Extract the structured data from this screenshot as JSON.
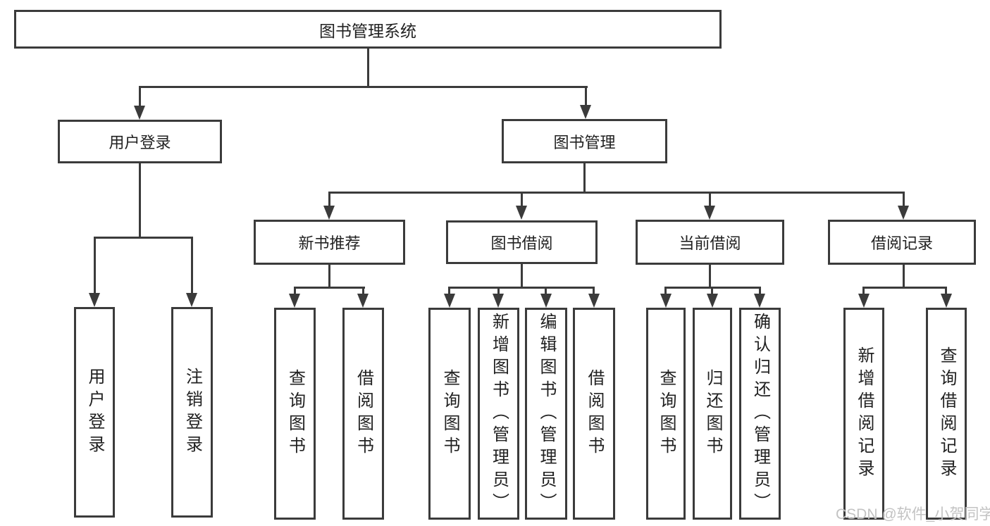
{
  "diagram": {
    "root": {
      "label": "图书管理系统"
    },
    "branches": [
      {
        "label": "用户登录",
        "children": [
          {
            "label": "用户登录"
          },
          {
            "label": "注销登录"
          }
        ]
      },
      {
        "label": "图书管理",
        "children": [
          {
            "label": "新书推荐",
            "children": [
              {
                "label": "查询图书"
              },
              {
                "label": "借阅图书"
              }
            ]
          },
          {
            "label": "图书借阅",
            "children": [
              {
                "label": "查询图书"
              },
              {
                "label": "新增图书（管理员）"
              },
              {
                "label": "编辑图书（管理员）"
              },
              {
                "label": "借阅图书"
              }
            ]
          },
          {
            "label": "当前借阅",
            "children": [
              {
                "label": "查询图书"
              },
              {
                "label": "归还图书"
              },
              {
                "label": "确认归还（管理员）"
              }
            ]
          },
          {
            "label": "借阅记录",
            "children": [
              {
                "label": "新增借阅记录"
              },
              {
                "label": "查询借阅记录"
              }
            ]
          }
        ]
      }
    ]
  },
  "watermark": {
    "text": "CSDN @软件_小贺同学"
  },
  "colors": {
    "line": "#3b3b3b",
    "text": "#212121",
    "watermark": "#c3c3c3",
    "background": "#ffffff"
  }
}
